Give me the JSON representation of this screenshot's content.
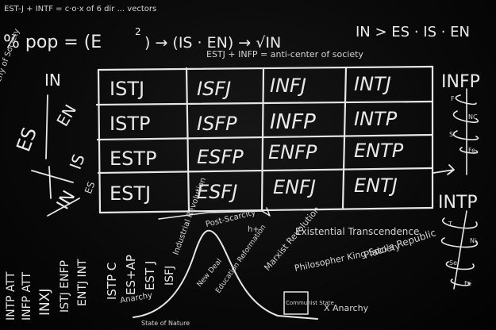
{
  "header": {
    "line1": "EST-J + INTF = c·o·x of 6 dir ... vectors",
    "formula_left": "% pop = (E",
    "exponent": "2",
    "formula_mid": ") → (IS · EN) → √IN",
    "formula_right": "IN > ES · IS · EN",
    "line3": "ESTJ + INFP = anti-center of society"
  },
  "grid": {
    "rows": [
      [
        "ISTJ",
        "ISFJ",
        "INFJ",
        "INTJ"
      ],
      [
        "ISTP",
        "ISFP",
        "INFP",
        "INTP"
      ],
      [
        "ESTP",
        "ESFP",
        "ENFP",
        "ENTP"
      ],
      [
        "ESTJ",
        "ESFJ",
        "ENFJ",
        "ENTJ"
      ]
    ]
  },
  "left_side": {
    "note": "Hierarchy of Society",
    "letters": [
      "IN",
      "EN",
      "ES",
      "IS",
      "IN"
    ],
    "sub": "ES"
  },
  "right_side": {
    "top_label": "INFP",
    "top_small": [
      "F",
      "NC",
      "Si",
      "Fe"
    ],
    "bottom_label": "INTP",
    "bottom_small": [
      "T",
      "Ni",
      "Se",
      "Fe"
    ]
  },
  "bottom_left": {
    "columns": [
      "INTP ATT",
      "INFP ATT",
      "INXJ",
      "ISTJ ENFP",
      "ENTJ INT",
      "ISTP C",
      "ES+AP",
      "EST J",
      "ISFJ"
    ]
  },
  "curve": {
    "labels": {
      "industrial": "Industrial Revolution",
      "post": "Post-Scarcity",
      "existential": "Existential Transcendence",
      "platos": "Plato's Republic",
      "marxist": "Marxist Revolution",
      "philosopher": "Philosopher King Society",
      "anarchy": "Anarchy",
      "anarchy2": "X Anarchy",
      "newdeal": "New Deal",
      "reformation": "Education Reformation",
      "nature": "State of Nature",
      "comm": "Communist State",
      "ht": "h+"
    }
  }
}
